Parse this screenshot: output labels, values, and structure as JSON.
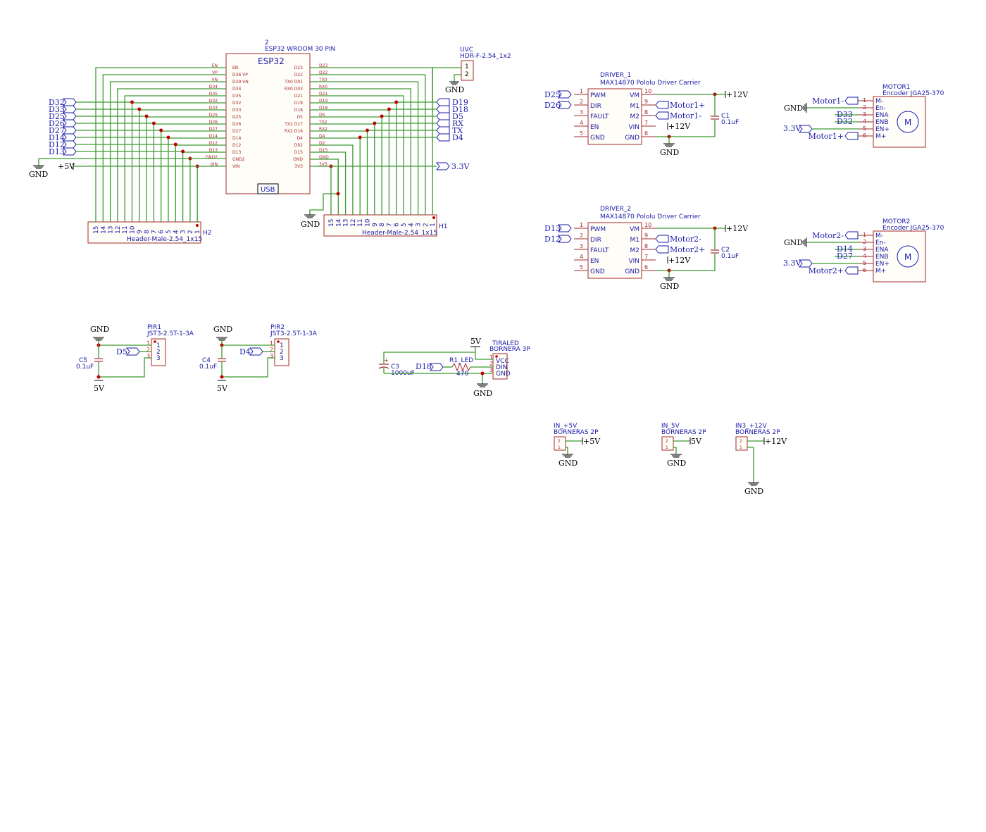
{
  "esp32": {
    "ref": "2",
    "name": "ESP32 WROOM 30 PIN",
    "title": "ESP32",
    "usb": "USB",
    "left_pins": [
      "EN",
      "D36 VP",
      "D39 VN",
      "D34",
      "D35",
      "D32",
      "D33",
      "D25",
      "D26",
      "D27",
      "D14",
      "D12",
      "D13",
      "GND2",
      "VIN"
    ],
    "left_outer": [
      "EN",
      "VP",
      "VN",
      "D34",
      "D35",
      "D32",
      "D33",
      "D25",
      "D26",
      "D27",
      "D14",
      "D12",
      "D13",
      "GND2",
      "VIN"
    ],
    "right_pins": [
      "D23",
      "D22",
      "TX0 D01",
      "RX0 D03",
      "D21",
      "D19",
      "D18",
      "D5",
      "TX2 D17",
      "RX2 D16",
      "D4",
      "D02",
      "D15",
      "GND",
      "3V3"
    ],
    "right_outer": [
      "D23",
      "D22",
      "TX0",
      "RX0",
      "D21",
      "D19",
      "D18",
      "D5",
      "TX2",
      "RX2",
      "D4",
      "D2",
      "D15",
      "GND",
      "3V3"
    ]
  },
  "h2": {
    "ref": "H2",
    "value": "Header-Male-2.54_1x15",
    "pins": [
      "15",
      "14",
      "13",
      "12",
      "11",
      "10",
      "9",
      "8",
      "7",
      "6",
      "5",
      "4",
      "3",
      "2",
      "1"
    ]
  },
  "h1": {
    "ref": "H1",
    "value": "Header-Male-2.54_1x15",
    "pins": [
      "15",
      "14",
      "13",
      "12",
      "11",
      "10",
      "9",
      "8",
      "7",
      "6",
      "5",
      "4",
      "3",
      "2",
      "1"
    ]
  },
  "uvc": {
    "ref": "UVC",
    "value": "HDR-F-2.54_1x2",
    "pins": [
      "1",
      "2"
    ],
    "gnd": "GND"
  },
  "left_ports": [
    "D32",
    "D33",
    "D25",
    "D26",
    "D27",
    "D14",
    "D12",
    "D13"
  ],
  "left_power": {
    "gnd": "GND",
    "v5": "+5V"
  },
  "right_ports": [
    "D19",
    "D18",
    "D5",
    "RX",
    "TX",
    "D4"
  ],
  "right_33": "3.3V",
  "h1_gnd": "GND",
  "driver1": {
    "ref": "DRIVER_1",
    "value": "MAX14870 Pololu Driver Carrier",
    "left": [
      {
        "n": "1",
        "l": "PWM",
        "net": "D25"
      },
      {
        "n": "2",
        "l": "DIR",
        "net": "D26"
      },
      {
        "n": "3",
        "l": "FAULT",
        "net": ""
      },
      {
        "n": "4",
        "l": "EN",
        "net": ""
      },
      {
        "n": "5",
        "l": "GND",
        "net": ""
      }
    ],
    "right": [
      {
        "n": "10",
        "l": "VM",
        "net": "+12V"
      },
      {
        "n": "9",
        "l": "M1",
        "net": "Motor1+"
      },
      {
        "n": "8",
        "l": "M2",
        "net": "Motor1-"
      },
      {
        "n": "7",
        "l": "VIN",
        "net": "+12V"
      },
      {
        "n": "6",
        "l": "GND",
        "net": "GND"
      }
    ],
    "cap": {
      "ref": "C1",
      "value": "0.1uF"
    }
  },
  "driver2": {
    "ref": "DRIVER_2",
    "value": "MAX14870 Pololu Driver Carrier",
    "left": [
      {
        "n": "1",
        "l": "PWM",
        "net": "D13"
      },
      {
        "n": "2",
        "l": "DIR",
        "net": "D12"
      },
      {
        "n": "3",
        "l": "FAULT",
        "net": ""
      },
      {
        "n": "4",
        "l": "EN",
        "net": ""
      },
      {
        "n": "5",
        "l": "GND",
        "net": ""
      }
    ],
    "right": [
      {
        "n": "10",
        "l": "VM",
        "net": "+12V"
      },
      {
        "n": "9",
        "l": "M1",
        "net": "Motor2-"
      },
      {
        "n": "8",
        "l": "M2",
        "net": "Motor2+"
      },
      {
        "n": "7",
        "l": "VIN",
        "net": "+12V"
      },
      {
        "n": "6",
        "l": "GND",
        "net": "GND"
      }
    ],
    "cap": {
      "ref": "C2",
      "value": "0.1uF"
    }
  },
  "motor1": {
    "ref": "MOTOR1",
    "value": "Encoder JGA25-370",
    "symbol": "M",
    "pins": [
      {
        "n": "1",
        "l": "M-",
        "net": "Motor1-"
      },
      {
        "n": "2",
        "l": "En-",
        "net": "GND"
      },
      {
        "n": "3",
        "l": "ENA",
        "net": "D33"
      },
      {
        "n": "4",
        "l": "ENB",
        "net": "D32"
      },
      {
        "n": "5",
        "l": "EN+",
        "net": "3.3V"
      },
      {
        "n": "6",
        "l": "M+",
        "net": "Motor1+"
      }
    ]
  },
  "motor2": {
    "ref": "MOTOR2",
    "value": "Encoder JGA25-370",
    "symbol": "M",
    "pins": [
      {
        "n": "1",
        "l": "M-",
        "net": "Motor2-"
      },
      {
        "n": "2",
        "l": "En-",
        "net": "GND"
      },
      {
        "n": "3",
        "l": "ENA",
        "net": "D14"
      },
      {
        "n": "4",
        "l": "ENB",
        "net": "D27"
      },
      {
        "n": "5",
        "l": "EN+",
        "net": "3.3V"
      },
      {
        "n": "6",
        "l": "M+",
        "net": "Motor2+"
      }
    ]
  },
  "pir1": {
    "ref": "PIR1",
    "value": "JST3-2.5T-1-3A",
    "pins": [
      "1",
      "2",
      "3"
    ],
    "net": "D5",
    "gnd": "GND",
    "v": "5V",
    "cap": {
      "ref": "C5",
      "value": "0.1uF"
    }
  },
  "pir2": {
    "ref": "PIR2",
    "value": "JST3-2.5T-1-3A",
    "pins": [
      "1",
      "2",
      "3"
    ],
    "net": "D4",
    "gnd": "GND",
    "v": "5V",
    "cap": {
      "ref": "C4",
      "value": "0.1uF"
    }
  },
  "tiraled": {
    "ref": "TIRALED",
    "value": "BORNERA 3P",
    "pins": [
      {
        "n": "1",
        "l": "VCC"
      },
      {
        "n": "2",
        "l": "DIN"
      },
      {
        "n": "3",
        "l": "GND"
      }
    ],
    "v": "5V",
    "gnd": "GND",
    "net": "D18",
    "cap": {
      "ref": "C3",
      "value": "1000uF"
    },
    "res": {
      "ref": "R1_LED",
      "value": "470"
    }
  },
  "in_p5v": {
    "ref": "IN_+5V",
    "value": "BORNERAS 2P",
    "net": "+5V",
    "gnd": "GND"
  },
  "in_5v": {
    "ref": "IN_5V",
    "value": "BORNERAS 2P",
    "net": "5V",
    "gnd": "GND"
  },
  "in3": {
    "ref": "IN3_+12V",
    "value": "BORNERAS 2P",
    "net": "+12V",
    "gnd": "GND"
  },
  "colors": {
    "wire": "#3a9b2e",
    "body": "#a52a2a",
    "text": "#1a1aa8",
    "junction": "#c00000"
  }
}
